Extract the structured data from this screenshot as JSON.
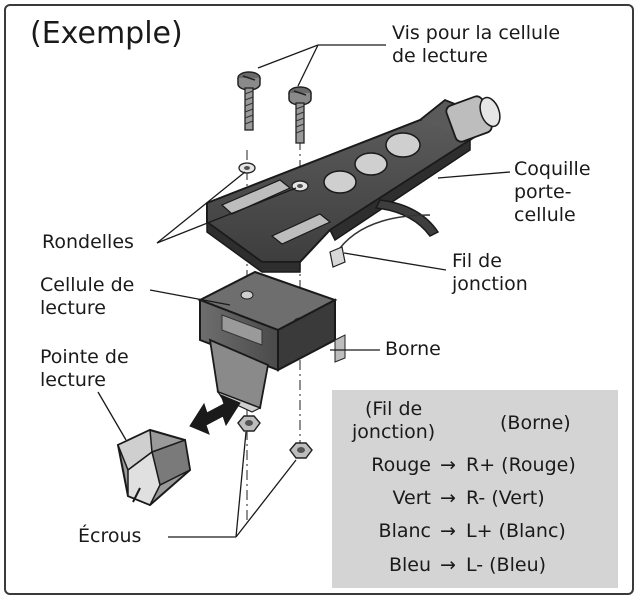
{
  "title": "(Exemple)",
  "labels": {
    "screws": "Vis pour la cellule\nde lecture",
    "headshell": "Coquille\nporte-\ncellule",
    "washers": "Rondelles",
    "lead_wire": "Fil de\njonction",
    "cartridge": "Cellule de\nlecture",
    "terminal": "Borne",
    "stylus": "Pointe de\nlecture",
    "nuts": "Écrous"
  },
  "wiring_table": {
    "header_wire": "(Fil de\njonction)",
    "header_terminal": "(Borne)",
    "arrow": "→",
    "rows": [
      {
        "wire": "Rouge",
        "terminal": "R+ (Rouge)"
      },
      {
        "wire": "Vert",
        "terminal": "R- (Vert)"
      },
      {
        "wire": "Blanc",
        "terminal": "L+ (Blanc)"
      },
      {
        "wire": "Bleu",
        "terminal": "L- (Bleu)"
      }
    ]
  },
  "colors": {
    "part_dark": "#4a4a4a",
    "part_mid": "#7a7a7a",
    "part_light": "#cfcfcf",
    "table_bg": "#d4d4d4",
    "line": "#1a1a1a"
  }
}
